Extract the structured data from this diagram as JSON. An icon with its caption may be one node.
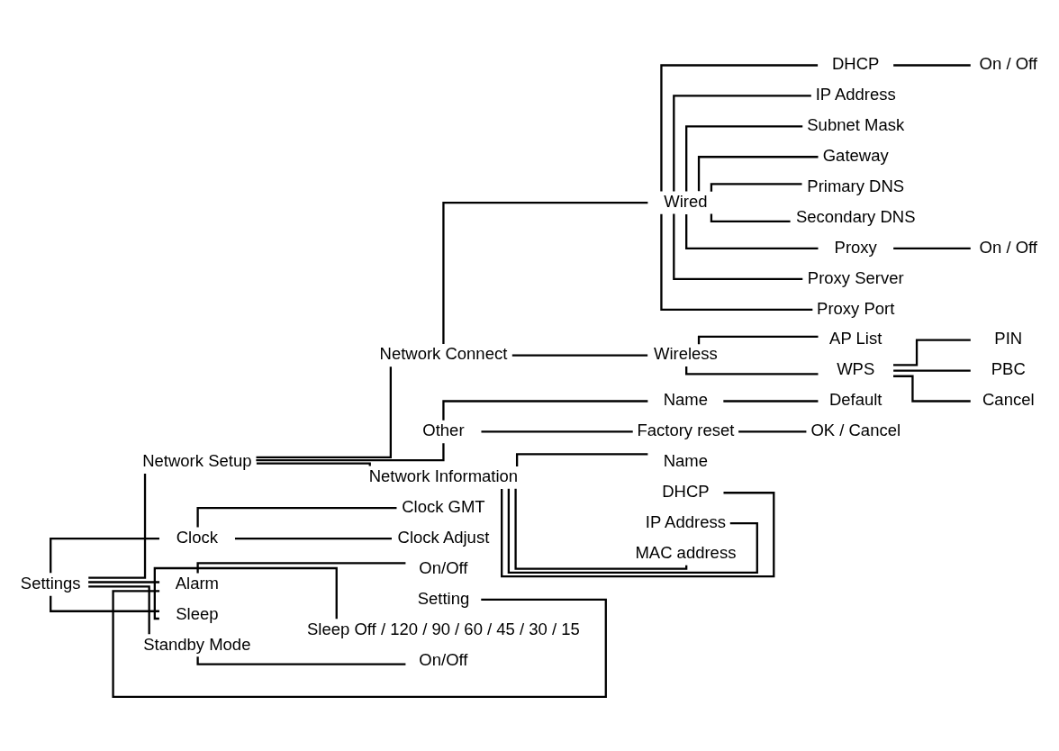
{
  "diagram": {
    "nodes": [
      {
        "text": [
          "Settings"
        ]
      },
      {
        "text": [
          "Network Setup"
        ]
      },
      {
        "text": [
          "Network Connect"
        ]
      },
      {
        "text": [
          "Wired"
        ]
      },
      {
        "text": [
          "DHCP"
        ]
      },
      {
        "text": [
          "On / Off"
        ]
      },
      {
        "text": [
          "IP Address"
        ]
      },
      {
        "text": [
          "Subnet Mask"
        ]
      },
      {
        "text": [
          "Gateway"
        ]
      },
      {
        "text": [
          "Primary DNS"
        ]
      },
      {
        "text": [
          "Secondary DNS"
        ]
      },
      {
        "text": [
          "Proxy"
        ]
      },
      {
        "text": [
          "On / Off"
        ]
      },
      {
        "text": [
          "Proxy Server"
        ]
      },
      {
        "text": [
          "Proxy Port"
        ]
      },
      {
        "text": [
          "Wireless"
        ]
      },
      {
        "text": [
          "AP List"
        ]
      },
      {
        "text": [
          "WPS"
        ]
      },
      {
        "text": [
          "PIN"
        ]
      },
      {
        "text": [
          "PBC"
        ]
      },
      {
        "text": [
          "Cancel"
        ]
      },
      {
        "text": [
          "Other"
        ]
      },
      {
        "text": [
          "Name"
        ]
      },
      {
        "text": [
          "Default"
        ]
      },
      {
        "text": [
          "Factory reset"
        ]
      },
      {
        "text": [
          "OK / Cancel"
        ]
      },
      {
        "text": [
          "Network Information"
        ]
      },
      {
        "text": [
          "Name"
        ]
      },
      {
        "text": [
          "DHCP"
        ]
      },
      {
        "text": [
          "IP Address"
        ]
      },
      {
        "text": [
          "MAC address"
        ]
      },
      {
        "text": [
          "Clock"
        ]
      },
      {
        "text": [
          "Clock GMT"
        ]
      },
      {
        "text": [
          "Clock Adjust"
        ]
      },
      {
        "text": [
          "Alarm"
        ]
      },
      {
        "text": [
          "On/Off"
        ]
      },
      {
        "text": [
          "Setting"
        ]
      },
      {
        "text": [
          "Sleep"
        ]
      },
      {
        "text": [
          "Sleep Off / 120 / 90 / 60 / 45 / 30 / 15"
        ]
      },
      {
        "text": [
          "Standby Mode"
        ]
      },
      {
        "text": [
          "On/Off"
        ]
      }
    ],
    "edges": [
      {
        "from": 0,
        "to": 1,
        "arrow": "none"
      },
      {
        "from": 1,
        "to": 2,
        "arrow": "none"
      },
      {
        "from": 2,
        "to": 3,
        "arrow": "none"
      },
      {
        "from": 3,
        "to": 4,
        "arrow": "none"
      },
      {
        "from": 4,
        "to": 5,
        "arrow": "none"
      },
      {
        "from": 3,
        "to": 6,
        "arrow": "none"
      },
      {
        "from": 3,
        "to": 7,
        "arrow": "none"
      },
      {
        "from": 3,
        "to": 8,
        "arrow": "none"
      },
      {
        "from": 3,
        "to": 9,
        "arrow": "none"
      },
      {
        "from": 3,
        "to": 10,
        "arrow": "none"
      },
      {
        "from": 3,
        "to": 11,
        "arrow": "none"
      },
      {
        "from": 11,
        "to": 12,
        "arrow": "none"
      },
      {
        "from": 3,
        "to": 13,
        "arrow": "none"
      },
      {
        "from": 3,
        "to": 14,
        "arrow": "none"
      },
      {
        "from": 2,
        "to": 15,
        "arrow": "none"
      },
      {
        "from": 15,
        "to": 16,
        "arrow": "none"
      },
      {
        "from": 15,
        "to": 17,
        "arrow": "none"
      },
      {
        "from": 17,
        "to": 18,
        "arrow": "none"
      },
      {
        "from": 17,
        "to": 19,
        "arrow": "none"
      },
      {
        "from": 17,
        "to": 20,
        "arrow": "none"
      },
      {
        "from": 1,
        "to": 21,
        "arrow": "none"
      },
      {
        "from": 21,
        "to": 22,
        "arrow": "none"
      },
      {
        "from": 22,
        "to": 23,
        "arrow": "none"
      },
      {
        "from": 21,
        "to": 24,
        "arrow": "none"
      },
      {
        "from": 24,
        "to": 25,
        "arrow": "none"
      },
      {
        "from": 1,
        "to": 26,
        "arrow": "none"
      },
      {
        "from": 26,
        "to": 27,
        "arrow": "none"
      },
      {
        "from": 26,
        "to": 28,
        "arrow": "none"
      },
      {
        "from": 26,
        "to": 29,
        "arrow": "none"
      },
      {
        "from": 26,
        "to": 30,
        "arrow": "none"
      },
      {
        "from": 0,
        "to": 31,
        "arrow": "none"
      },
      {
        "from": 31,
        "to": 32,
        "arrow": "none"
      },
      {
        "from": 31,
        "to": 33,
        "arrow": "none"
      },
      {
        "from": 0,
        "to": 34,
        "arrow": "none"
      },
      {
        "from": 34,
        "to": 35,
        "arrow": "none"
      },
      {
        "from": 34,
        "to": 36,
        "arrow": "none"
      },
      {
        "from": 0,
        "to": 37,
        "arrow": "none"
      },
      {
        "from": 37,
        "to": 38,
        "arrow": "none"
      },
      {
        "from": 0,
        "to": 39,
        "arrow": "none"
      },
      {
        "from": 39,
        "to": 40,
        "arrow": "none"
      }
    ]
  }
}
